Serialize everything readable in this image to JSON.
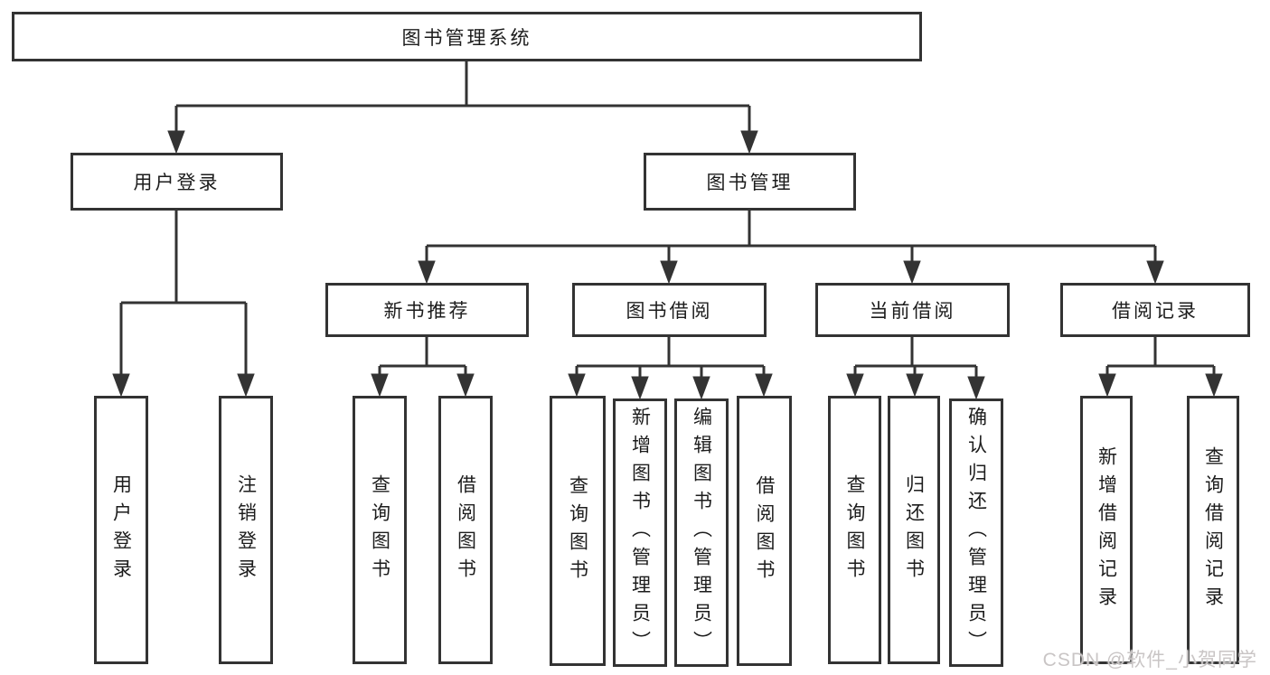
{
  "watermark": "CSDN @软件_小贺同学",
  "colors": {
    "line": "#333333",
    "text": "#1c1c1c",
    "background": "#ffffff",
    "watermark": "#c9c5c5"
  },
  "tree": {
    "root": {
      "label": "图书管理系统",
      "children": [
        {
          "label": "用户登录",
          "children": [
            {
              "label": "用户登录"
            },
            {
              "label": "注销登录"
            }
          ]
        },
        {
          "label": "图书管理",
          "children": [
            {
              "label": "新书推荐",
              "children": [
                {
                  "label": "查询图书"
                },
                {
                  "label": "借阅图书"
                }
              ]
            },
            {
              "label": "图书借阅",
              "children": [
                {
                  "label": "查询图书"
                },
                {
                  "label": "新增图书（管理员）"
                },
                {
                  "label": "编辑图书（管理员）"
                },
                {
                  "label": "借阅图书"
                }
              ]
            },
            {
              "label": "当前借阅",
              "children": [
                {
                  "label": "查询图书"
                },
                {
                  "label": "归还图书"
                },
                {
                  "label": "确认归还（管理员）"
                }
              ]
            },
            {
              "label": "借阅记录",
              "children": [
                {
                  "label": "新增借阅记录"
                },
                {
                  "label": "查询借阅记录"
                }
              ]
            }
          ]
        }
      ]
    }
  }
}
